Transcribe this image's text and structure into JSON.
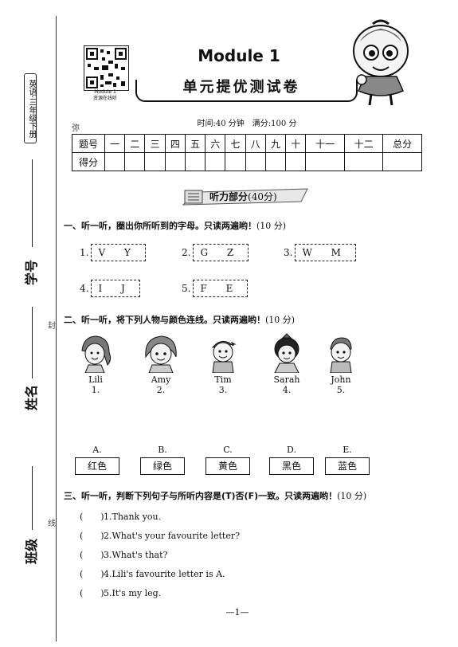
{
  "binding": {
    "subject": "英语·三年级下册",
    "labels": {
      "id": "学号",
      "name": "姓名",
      "class": "班级"
    },
    "seal_marks": {
      "mi": "弥",
      "feng": "封",
      "xian": "线"
    }
  },
  "header": {
    "qr_caption_1": "Module 1",
    "qr_caption_2": "资源在线听",
    "module_title": "Module 1",
    "unit_title": "单元提优测试卷",
    "time_info": "时间:40 分钟　满分:100 分"
  },
  "score_table": {
    "row1": [
      "题号",
      "一",
      "二",
      "三",
      "四",
      "五",
      "六",
      "七",
      "八",
      "九",
      "十",
      "十一",
      "十二",
      "总分"
    ],
    "row2_label": "得分"
  },
  "listening": {
    "banner": "听力部分",
    "points": "(40分)"
  },
  "section1": {
    "title": "一、听一听，圈出你所听到的字母。只读两遍哟！",
    "points": "(10 分)",
    "items": [
      {
        "num": "1.",
        "letters": "V Y"
      },
      {
        "num": "2.",
        "letters": "G Z"
      },
      {
        "num": "3.",
        "letters": "W M"
      },
      {
        "num": "4.",
        "letters": "I J"
      },
      {
        "num": "5.",
        "letters": "F E"
      }
    ]
  },
  "section2": {
    "title": "二、听一听，将下列人物与颜色连线。只读两遍哟！",
    "points": "(10 分)",
    "people": [
      {
        "name": "Lili",
        "num": "1."
      },
      {
        "name": "Amy",
        "num": "2."
      },
      {
        "name": "Tim",
        "num": "3."
      },
      {
        "name": "Sarah",
        "num": "4."
      },
      {
        "name": "John",
        "num": "5."
      }
    ],
    "colors": [
      {
        "letter": "A.",
        "label": "红色"
      },
      {
        "letter": "B.",
        "label": "绿色"
      },
      {
        "letter": "C.",
        "label": "黄色"
      },
      {
        "letter": "D.",
        "label": "黑色"
      },
      {
        "letter": "E.",
        "label": "蓝色"
      }
    ]
  },
  "section3": {
    "title": "三、听一听，判断下列句子与所听内容是(T)否(F)一致。只读两遍哟！",
    "points": "(10 分)",
    "items": [
      {
        "paren": "(　　)",
        "text": "1.Thank you."
      },
      {
        "paren": "(　　)",
        "text": "2.What's your favourite letter?"
      },
      {
        "paren": "(　　)",
        "text": "3.What's that?"
      },
      {
        "paren": "(　　)",
        "text": "4.Lili's favourite letter is A."
      },
      {
        "paren": "(　　)",
        "text": "5.It's my leg."
      }
    ]
  },
  "footer": {
    "page": "—1—"
  }
}
